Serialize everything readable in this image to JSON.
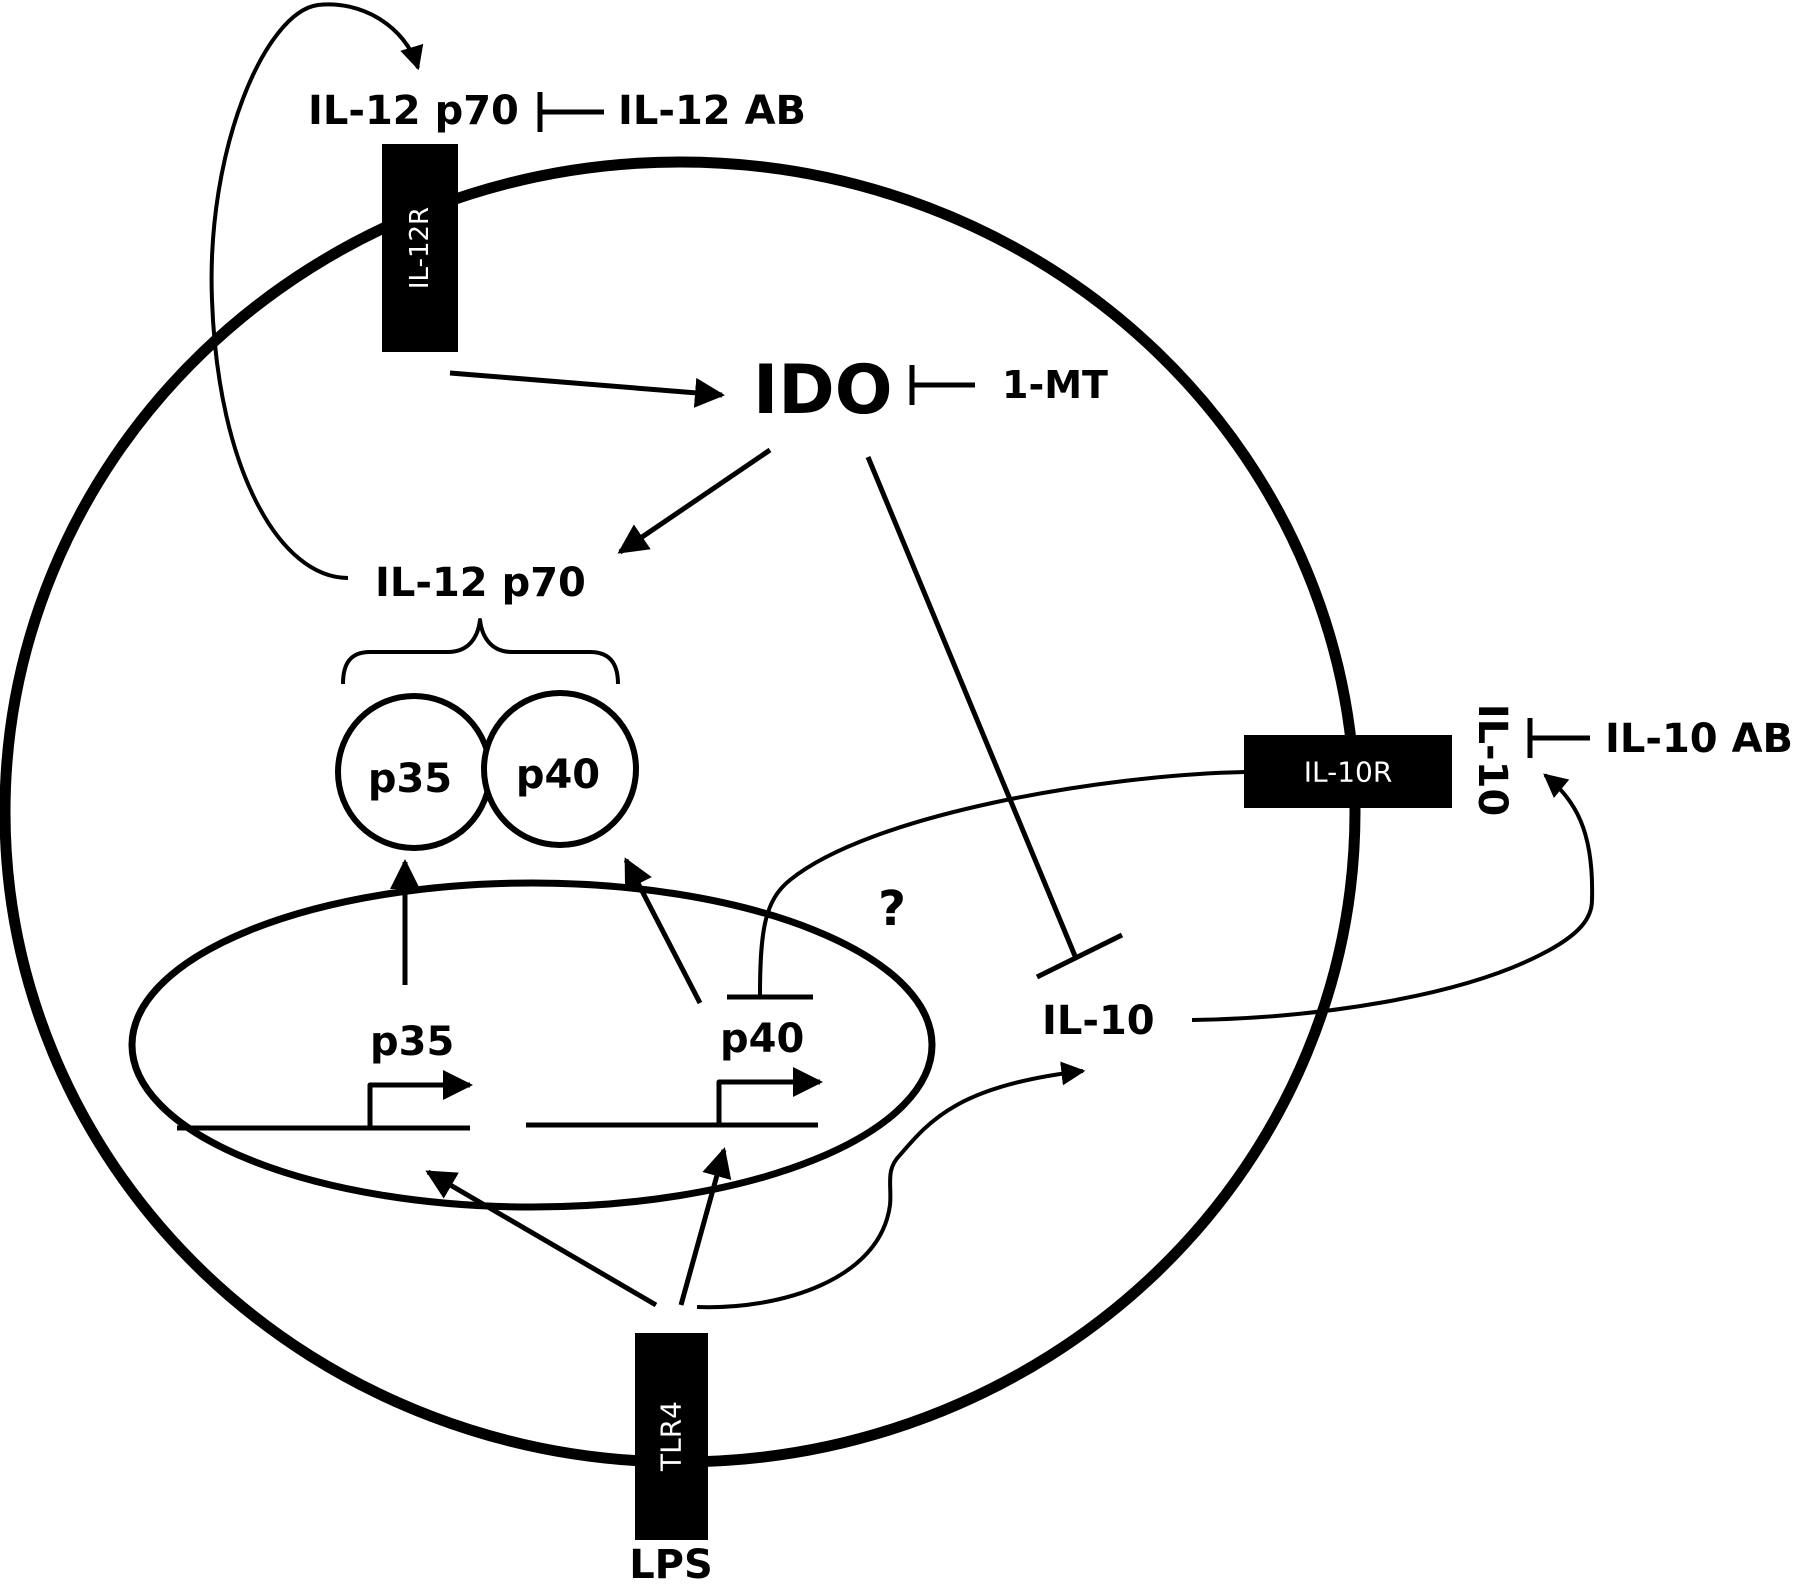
{
  "receptors": {
    "il12r": "IL-12R",
    "il10r": "IL-10R",
    "tlr4": "TLR4"
  },
  "labels": {
    "il12_p70_outside": "IL-12 p70",
    "il12_ab": "IL-12 AB",
    "ido": "IDO",
    "one_mt": "1-MT",
    "il12_p70_inside": "IL-12 p70",
    "p35_protein": "p35",
    "p40_protein": "p40",
    "question": "?",
    "p35_gene": "p35",
    "p40_gene": "p40",
    "il10_inside": "IL-10",
    "il10_outside": "IL-10",
    "il10_ab": "IL-10 AB",
    "lps": "LPS"
  },
  "colors": {
    "ink": "#000000",
    "paper": "#ffffff"
  }
}
